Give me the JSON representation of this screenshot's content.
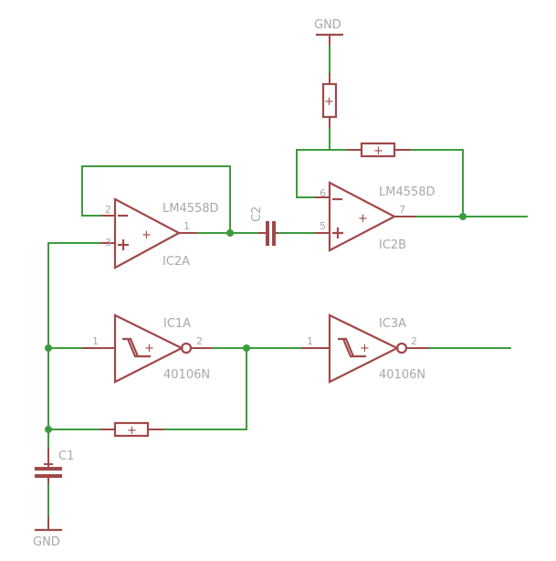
{
  "schematic": {
    "colors": {
      "wire": "#3c9c3c",
      "symbol": "#a04848",
      "label": "#a8a8a8",
      "background": "#ffffff"
    },
    "gnd_top": {
      "label": "GND"
    },
    "gnd_bottom": {
      "label": "GND"
    },
    "ic2a": {
      "name": "IC2A",
      "value": "LM4558D",
      "pin_inv": "2",
      "pin_noninv": "3",
      "pin_out": "1",
      "minus": "−",
      "plus": "+",
      "center_mark": "+"
    },
    "ic2b": {
      "name": "IC2B",
      "value": "LM4558D",
      "pin_inv": "6",
      "pin_noninv": "5",
      "pin_out": "7",
      "minus": "−",
      "plus": "+",
      "center_mark": "+"
    },
    "ic1a": {
      "name": "IC1A",
      "value": "40106N",
      "pin_in": "1",
      "pin_out": "2",
      "mark": "+"
    },
    "ic3a": {
      "name": "IC3A",
      "value": "40106N",
      "pin_in": "1",
      "pin_out": "2",
      "mark": "+"
    },
    "c1": {
      "name": "C1"
    },
    "c2": {
      "name": "C2"
    },
    "resistors": [
      {
        "mark": "+"
      },
      {
        "mark": "+"
      },
      {
        "mark": "+"
      }
    ]
  }
}
